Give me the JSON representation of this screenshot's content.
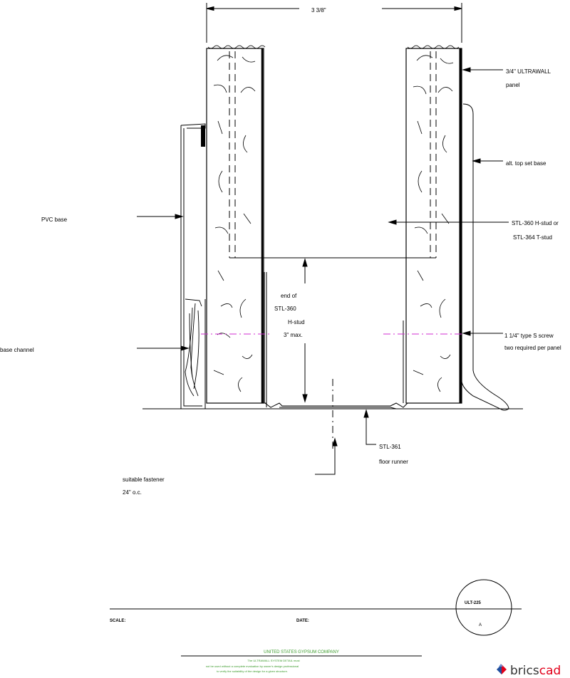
{
  "drawing": {
    "dimension_label": "3 3/8\"",
    "labels": {
      "panel_1": "3/4\" ULTRAWALL",
      "panel_2": "panel",
      "top_set_base": "alt. top set base",
      "pvc_base": "PVC base",
      "stud_1": "STL-360 H-stud or",
      "stud_2": "STL-364 T-stud",
      "end_1": "end of",
      "end_2": "STL-360",
      "end_3": "H-stud",
      "end_4": "3\" max.",
      "screw_1": "1 1/4\" type S screw",
      "screw_2": "two required per panel",
      "base_channel": "base channel",
      "runner_1": "STL-361",
      "runner_2": "floor runner",
      "fastener_1": "suitable fastener",
      "fastener_2": "24\" o.c."
    }
  },
  "title_block": {
    "detail_number": "ULT-225",
    "detail_letter": "A",
    "scale_label": "SCALE:",
    "date_label": "DATE:",
    "company": "UNITED STATES GYPSUM COMPANY",
    "notice_1": "The ULTRAWALL SYSTEM DETAIL must",
    "notice_2": "not be used without a complete evaluation by owner's design professional",
    "notice_3": "to verify the suitability of the design for a given structure."
  },
  "brand": {
    "name_1": "brics",
    "name_2": "cad",
    "accent_color": "#e2001a",
    "logo_blue": "#1f4e9e"
  },
  "colors": {
    "screw_line": "#d22cd2",
    "company_text": "#3a9a2a"
  }
}
